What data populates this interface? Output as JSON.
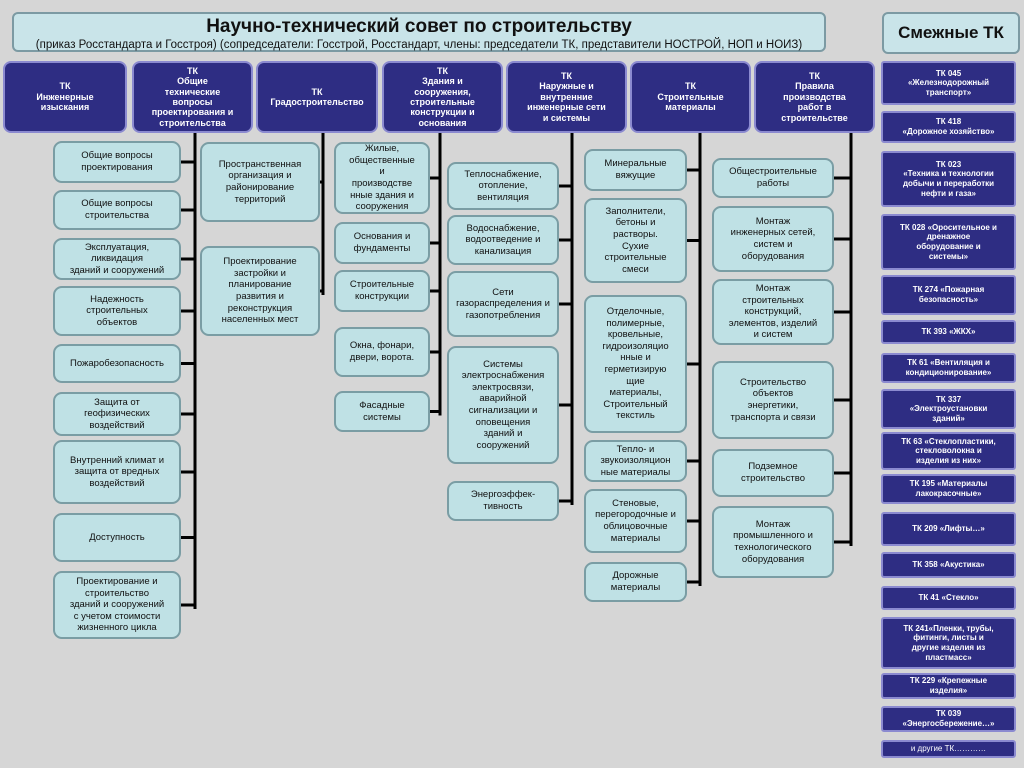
{
  "title": "Научно-технический совет по строительству",
  "subtitle": "(приказ Росстандарта и Госстроя) (сопредседатели: Госстрой, Росстандарт, члены: председатели ТК, представители НОСТРОЙ, НОП и НОИЗ)",
  "side_title": "Смежные ТК",
  "committees": [
    "ТК\nИнженерные\nизыскания",
    "ТК\nОбщие\nтехнические\nвопросы\nпроектирования и\nстроительства",
    "ТК\nГрадостроительство",
    "ТК\nЗдания и\nсооружения,\nстроительные\nконструкции и\nоснования",
    "ТК\nНаружные и\nвнутренние\nинженерные сети\nи  системы",
    "ТК\nСтроительные\nматериалы",
    "ТК\nПравила\nпроизводства\nработ в\nстроительстве"
  ],
  "col1": [
    "Общие вопросы\nпроектирования",
    "Общие вопросы\nстроительства",
    "Эксплуатация,\nликвидация\nзданий и сооружений",
    "Надежность\nстроительных\nобъектов",
    "Пожаробезопасность",
    "Защита от\nгеофизических\nвоздействий",
    "Внутренний климат и\nзащита от вредных\nвоздействий",
    "Доступность",
    "Проектирование и\nстроительство\nзданий и сооружений\nс учетом стоимости\nжизненного цикла"
  ],
  "col2": [
    "Пространственная\nорганизация и\nрайонирование\nтерриторий",
    "Проектирование\nзастройки и\nпланирование\nразвития и\nреконструкция\nнаселенных мест"
  ],
  "col3": [
    "Жилые,\nобщественные\nи\nпроизводстве\nнные здания и\nсооружения",
    "Основания и\nфундаменты",
    "Строительные\nконструкции",
    "Окна, фонари,\nдвери, ворота.",
    "Фасадные\nсистемы"
  ],
  "col4": [
    "Теплоснабжение,\nотопление,\nвентиляция",
    "Водоснабжение,\nводоотведение и\nканализация",
    "Сети\nгазораспределения и\nгазопотребления",
    "Системы\nэлектроснабжения\nэлектросвязи,\nаварийной\nсигнализации и\nоповещения\nзданий и\nсооружений",
    "Энергоэффек-\nтивность"
  ],
  "col5": [
    "Минеральные\nвяжущие",
    "Заполнители,\nбетоны и\nрастворы.\nСухие\nстроительные\nсмеси",
    "Отделочные,\nполимерные,\nкровельные,\nгидроизоляцио\nнные и\nгерметизирую\nщие\nматериалы,\nСтроительный\nтекстиль",
    "Тепло- и\nзвукоизоляцион\nные материалы",
    "Стеновые,\nперегородочные и\nоблицовочные\nматериалы",
    "Дорожные\nматериалы"
  ],
  "col6": [
    "Общестроительные\nработы",
    "Монтаж\nинженерных сетей,\nсистем и\nоборудования",
    "Монтаж\nстроительных\nконструкций,\nэлементов, изделий\nи систем",
    "Строительство\nобъектов\nэнергетики,\nтранспорта и связи",
    "Подземное\nстроительство",
    "Монтаж\nпромышленного и\nтехнологического\nоборудования"
  ],
  "related": [
    "ТК 045\n«Железнодорожный\nтранспорт»",
    "ТК 418\n«Дорожное хозяйство»",
    "ТК 023\n«Техника и технологии\nдобычи и переработки\nнефти и газа»",
    "ТК 028 «Оросительное и\nдренажное\nоборудование и\nсистемы»",
    "ТК 274 «Пожарная\nбезопасность»",
    "ТК 393 «ЖКХ»",
    "ТК 61 «Вентиляция и\nкондиционирование»",
    "ТК 337\n«Электроустановки\nзданий»",
    "ТК 63 «Стеклопластики,\nстекловолокна и\nизделия из них»",
    "ТК 195 «Материалы\nлакокрасочные»",
    "ТК 209 «Лифты…»",
    "ТК 358 «Акустика»",
    "ТК 41 «Стекло»",
    "ТК 241«Пленки, трубы,\nфитинги, листы и\nдругие изделия из\nпластмасс»",
    "ТК 229 «Крепежные\nизделия»",
    "ТК 039\n«Энергосбережение…»",
    "и другие ТК…………"
  ]
}
